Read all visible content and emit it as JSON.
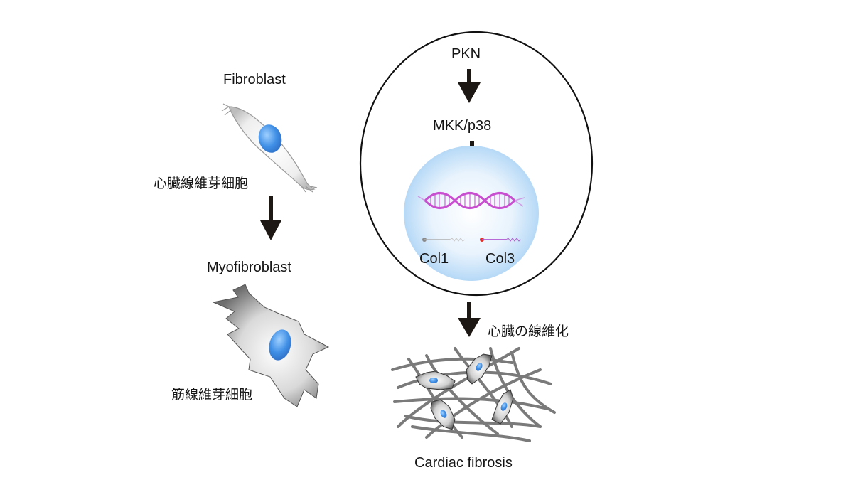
{
  "left_pathway": {
    "fibroblast_label": "Fibroblast",
    "fibroblast_label_jp": "心臓線維芽細胞",
    "myofibroblast_label": "Myofibroblast",
    "myofibroblast_label_jp": "筋線維芽細胞"
  },
  "cell_pathway": {
    "step1": "PKN",
    "step2": "MKK/p38",
    "genes": [
      {
        "name": "Col1",
        "marker_color": "#8a8a8a"
      },
      {
        "name": "Col3",
        "marker_color": "#e0302a"
      }
    ]
  },
  "outcome": {
    "arrow_label_jp": "心臓の線維化",
    "label": "Cardiac fibrosis"
  },
  "colors": {
    "nucleus": "#3f8fe6",
    "dna": "#c84fd0",
    "nucleus_bg": "#cfe6fb",
    "arrow": "#1e1814"
  }
}
